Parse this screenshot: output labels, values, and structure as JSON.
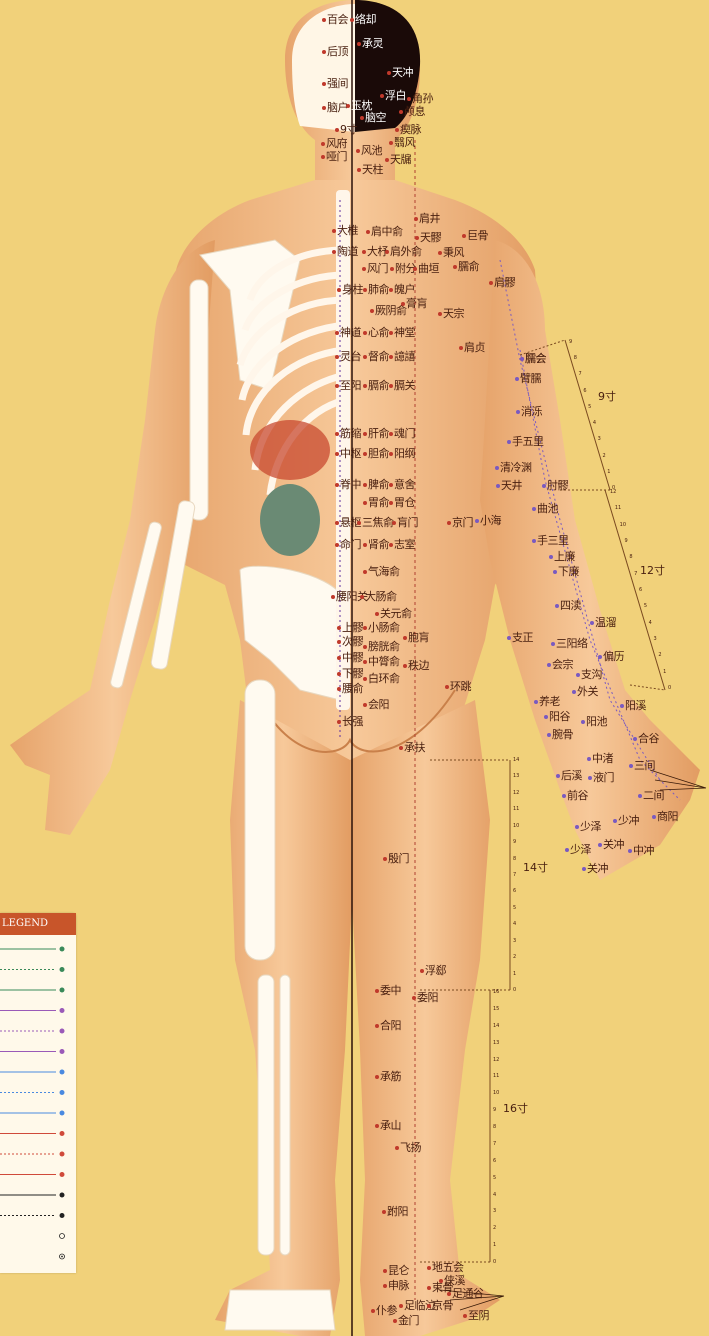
{
  "legend": {
    "title": "LEGEND",
    "rows": [
      {
        "line": "solid",
        "color": "#3a8a5a",
        "marker": "dot"
      },
      {
        "line": "dashed",
        "color": "#3a8a5a",
        "marker": "dot"
      },
      {
        "line": "solid",
        "color": "#3a8a5a",
        "marker": "dot"
      },
      {
        "line": "solid",
        "color": "#9a5ab8",
        "marker": "dot"
      },
      {
        "line": "dashed",
        "color": "#9a5ab8",
        "marker": "dot"
      },
      {
        "line": "solid",
        "color": "#9a5ab8",
        "marker": "dot"
      },
      {
        "line": "solid",
        "color": "#4a8ae0",
        "marker": "dot"
      },
      {
        "line": "dashed",
        "color": "#4a8ae0",
        "marker": "dot"
      },
      {
        "line": "solid",
        "color": "#4a8ae0",
        "marker": "dot"
      },
      {
        "line": "solid",
        "color": "#d04a3a",
        "marker": "dot"
      },
      {
        "line": "dashed",
        "color": "#d04a3a",
        "marker": "dot"
      },
      {
        "line": "solid",
        "color": "#d04a3a",
        "marker": "dot"
      },
      {
        "line": "solid",
        "color": "#222222",
        "marker": "dot"
      },
      {
        "line": "dashed",
        "color": "#222222",
        "marker": "dot"
      },
      {
        "line": "none",
        "color": "#222222",
        "marker": "open"
      },
      {
        "line": "none",
        "color": "#222222",
        "marker": "target"
      }
    ]
  },
  "scales": {
    "arm_upper": {
      "label": "9寸",
      "ticks": [
        "9",
        "8",
        "7",
        "6",
        "5",
        "4",
        "3",
        "2",
        "1",
        "0"
      ]
    },
    "arm_lower": {
      "label": "12寸",
      "ticks": [
        "12",
        "11",
        "10",
        "9",
        "8",
        "7",
        "6",
        "5",
        "4",
        "3",
        "2",
        "1",
        "0"
      ]
    },
    "thigh": {
      "label": "14寸",
      "ticks": [
        "14",
        "13",
        "12",
        "11",
        "10",
        "9",
        "8",
        "7",
        "6",
        "5",
        "4",
        "3",
        "2",
        "1",
        "0"
      ]
    },
    "calf": {
      "label": "16寸",
      "ticks": [
        "16",
        "15",
        "14",
        "13",
        "12",
        "11",
        "10",
        "9",
        "8",
        "7",
        "6",
        "5",
        "4",
        "3",
        "2",
        "1",
        "0"
      ]
    }
  },
  "points": {
    "head": [
      "百会",
      "络却",
      "承灵",
      "后顶",
      "天冲",
      "强间",
      "浮白",
      "角孙",
      "颅息",
      "脑户",
      "玉枕",
      "脑空",
      "瘈脉",
      "9寸",
      "风府",
      "翳风",
      "哑门",
      "风池",
      "天牖",
      "天柱"
    ],
    "back": [
      "肩井",
      "大椎",
      "肩中俞",
      "天髎",
      "巨骨",
      "陶道",
      "大杼",
      "肩外俞",
      "秉风",
      "臑俞",
      "风门",
      "附分",
      "曲垣",
      "身柱",
      "肺俞",
      "魄户",
      "肩髎",
      "天宗",
      "厥阴俞",
      "膏肓",
      "神道",
      "心俞",
      "神堂",
      "肩贞",
      "臑会",
      "灵台",
      "督俞",
      "譩譆",
      "至阳",
      "膈俞",
      "膈关",
      "筋缩",
      "肝俞",
      "魂门",
      "中枢",
      "胆俞",
      "阳纲",
      "脊中",
      "脾俞",
      "意舍",
      "胃俞",
      "胃仓",
      "悬枢",
      "三焦俞",
      "肓门",
      "京门",
      "命门",
      "肾俞",
      "志室",
      "气海俞",
      "腰阳关",
      "大肠俞",
      "关元俞",
      "上髎",
      "小肠俞",
      "次髎",
      "膀胱俞",
      "胞肓",
      "中髎",
      "中膂俞",
      "秩边",
      "下髎",
      "白环俞",
      "腰俞",
      "会阳",
      "长强",
      "环跳"
    ],
    "arm": [
      "臑会",
      "臂臑",
      "消泺",
      "手五里",
      "清冷渊",
      "天井",
      "肘髎",
      "曲池",
      "小海",
      "手三里",
      "上廉",
      "下廉",
      "四渎",
      "温溜",
      "支正",
      "三阳络",
      "偏历",
      "会宗",
      "支沟",
      "外关",
      "养老",
      "阳溪",
      "阳谷",
      "阳池",
      "腕骨",
      "合谷",
      "中渚",
      "三间",
      "后溪",
      "液门",
      "前谷",
      "二间",
      "少泽",
      "少冲",
      "商阳",
      "关冲",
      "中冲"
    ],
    "leg": [
      "承扶",
      "殷门",
      "浮郄",
      "委中",
      "委阳",
      "合阳",
      "承筋",
      "承山",
      "飞扬",
      "跗阳",
      "昆仑",
      "申脉",
      "仆参",
      "金门",
      "足临泣",
      "地五会",
      "侠溪",
      "足通谷",
      "束骨",
      "京骨",
      "至阴"
    ]
  }
}
